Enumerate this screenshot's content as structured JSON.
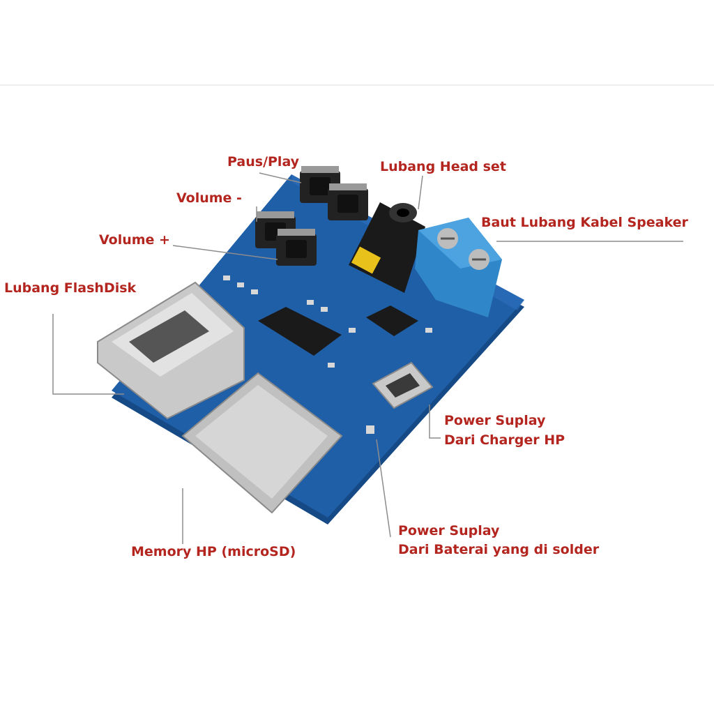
{
  "colors": {
    "label": "#b3251e",
    "leader": "#8c8c8c",
    "pcb": "#1f5fa8",
    "pcb_dark": "#154a86",
    "metal": "#c9c9c9",
    "terminal": "#2f86c9",
    "jack_yellow": "#e8c21a"
  },
  "labels": {
    "pause_play": "Paus/Play",
    "volume_minus": "Volume -",
    "volume_plus": "Volume +",
    "flashdisk": "Lubang FlashDisk",
    "headset": "Lubang Head set",
    "speaker": "Baut Lubang Kabel Speaker",
    "charger_line1": "Power Suplay",
    "charger_line2": "Dari Charger HP",
    "battery_line1": "Power Suplay",
    "battery_line2": "Dari Baterai yang di solder",
    "microsd": "Memory HP (microSD)"
  }
}
